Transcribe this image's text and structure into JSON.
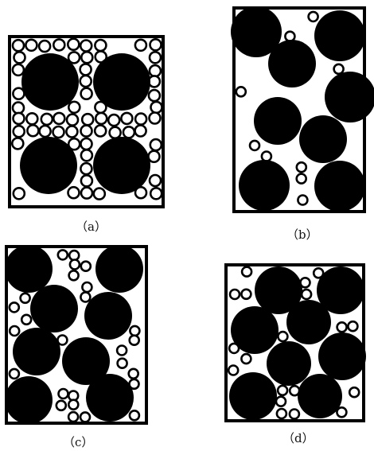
{
  "colors": {
    "ink": "#000000",
    "paper": "#ffffff"
  },
  "panels": [
    {
      "id": "a",
      "label": "（a）",
      "description_icon": "packing-small-and-large-particles"
    },
    {
      "id": "b",
      "label": "（b）",
      "description_icon": "packing-large-particles-gaps"
    },
    {
      "id": "c",
      "label": "（c）",
      "description_icon": "packing-large-with-small-fill"
    },
    {
      "id": "d",
      "label": "（d）",
      "description_icon": "packing-dense-mixed"
    }
  ]
}
